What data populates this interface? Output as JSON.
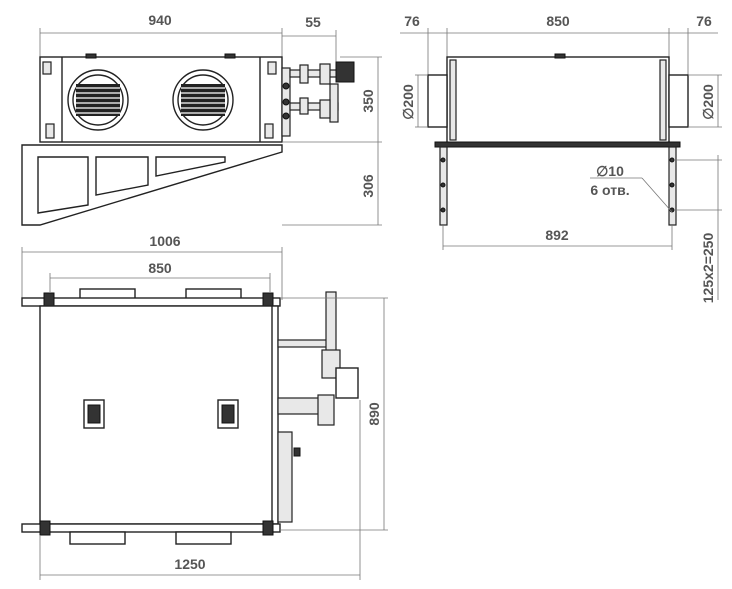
{
  "front_view": {
    "width_label": "940",
    "pipe_offset_label": "55",
    "height_label": "350",
    "bracket_height_label": "306"
  },
  "side_view": {
    "left_spigot_label": "76",
    "body_width_label": "850",
    "right_spigot_label": "76",
    "left_diameter_label": "∅200",
    "right_diameter_label": "∅200",
    "hole_diameter_label": "∅10",
    "hole_count_label": "6 отв.",
    "mount_spacing_label": "892",
    "hole_pitch_label": "125x2=250"
  },
  "top_view": {
    "overall_width_label": "1006",
    "inner_width_label": "850",
    "depth_label": "890",
    "total_length_label": "1250"
  }
}
